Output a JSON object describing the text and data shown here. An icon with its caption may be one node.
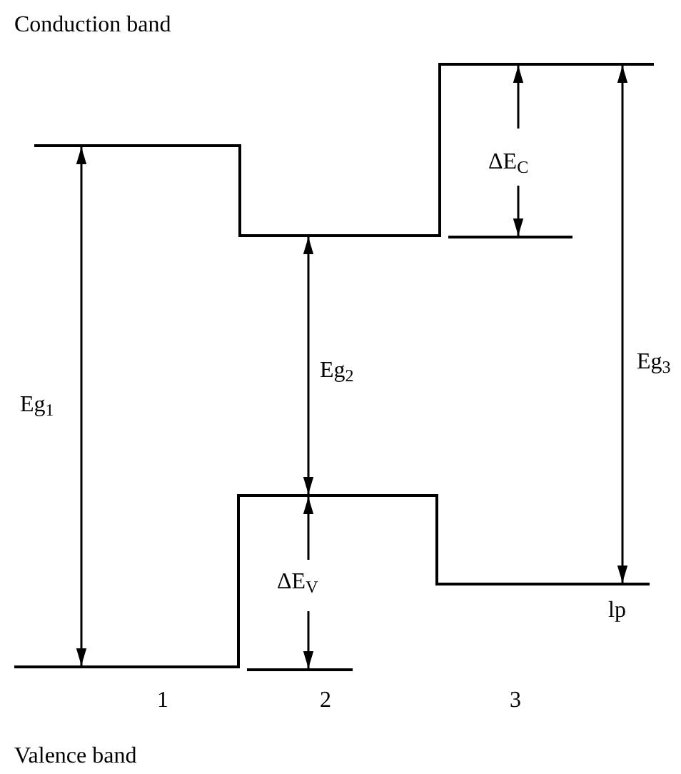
{
  "diagram": {
    "labels": [
      "Conduction band",
      "ΔE$_{C}$",
      "Eg$_{3}$",
      "Eg$_{2}$",
      "Eg$_{1}$",
      "ΔE$_{V}$",
      "lp",
      "1",
      "2",
      "3",
      "Valence band"
    ]
  }
}
